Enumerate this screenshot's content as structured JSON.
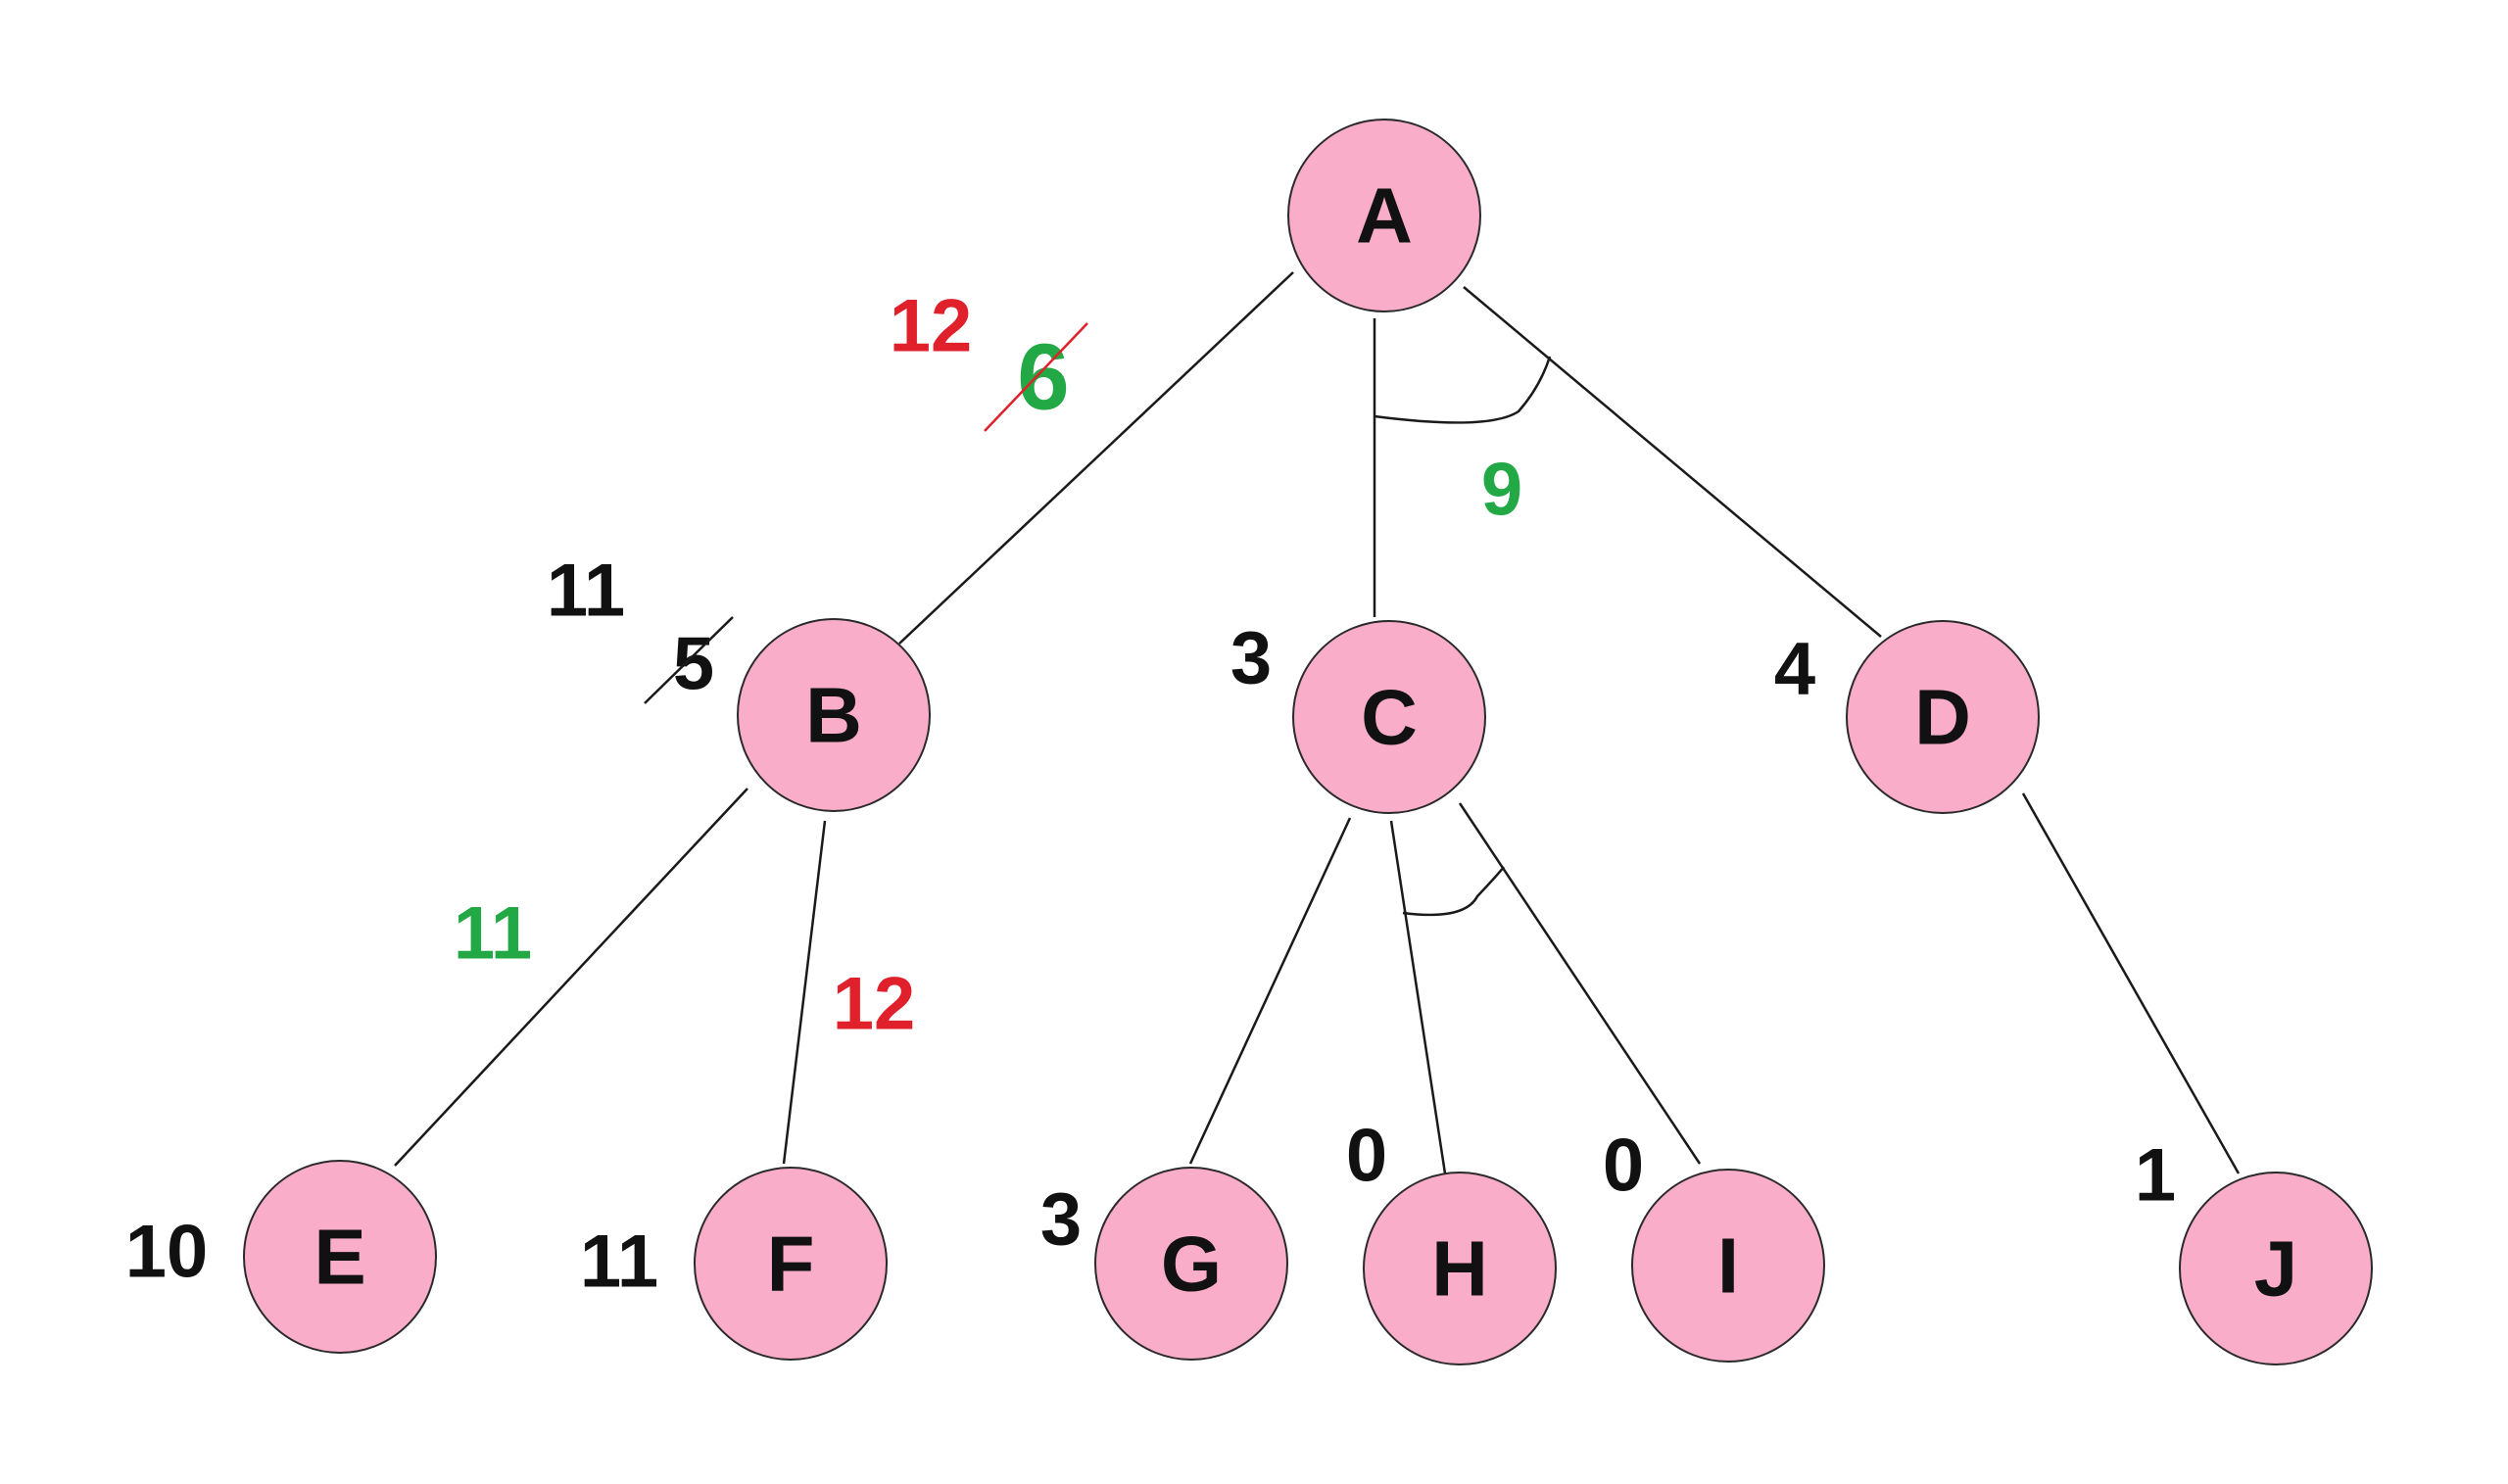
{
  "colors": {
    "node_fill": "#f9adc8",
    "edge": "#1a1a1a",
    "default_text": "#111111",
    "green": "#22a845",
    "red": "#e0202b"
  },
  "nodes": {
    "A": {
      "label": "A"
    },
    "B": {
      "label": "B"
    },
    "C": {
      "label": "C"
    },
    "D": {
      "label": "D"
    },
    "E": {
      "label": "E"
    },
    "F": {
      "label": "F"
    },
    "G": {
      "label": "G"
    },
    "H": {
      "label": "H"
    },
    "I": {
      "label": "I"
    },
    "J": {
      "label": "J"
    }
  },
  "edges": [
    {
      "from": "A",
      "to": "B"
    },
    {
      "from": "A",
      "to": "C"
    },
    {
      "from": "A",
      "to": "D"
    },
    {
      "from": "B",
      "to": "E"
    },
    {
      "from": "B",
      "to": "F"
    },
    {
      "from": "C",
      "to": "G"
    },
    {
      "from": "C",
      "to": "H"
    },
    {
      "from": "C",
      "to": "I"
    },
    {
      "from": "D",
      "to": "J"
    }
  ],
  "and_arcs": [
    {
      "node": "A",
      "joins": [
        "C",
        "D"
      ]
    },
    {
      "node": "C",
      "joins": [
        "H",
        "I"
      ]
    }
  ],
  "costs": {
    "a_red": "12",
    "a_green_struck": "6",
    "ac_and_green": "9",
    "b_new": "11",
    "b_old_struck": "5",
    "c": "3",
    "d": "4",
    "be_green": "11",
    "bf_red": "12",
    "e": "10",
    "f": "11",
    "g": "3",
    "h": "0",
    "i": "0",
    "j": "1"
  }
}
